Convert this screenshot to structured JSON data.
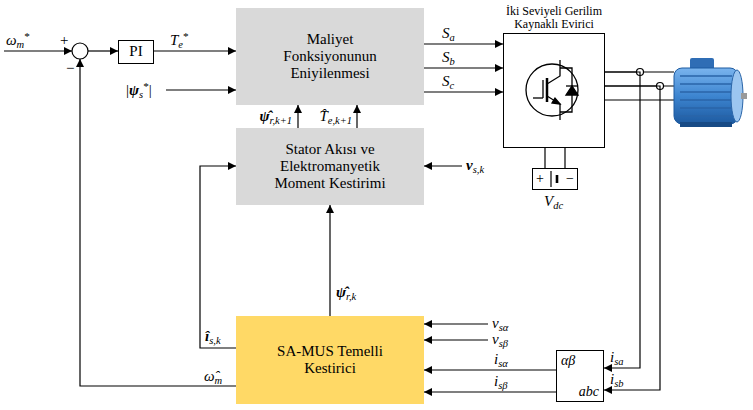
{
  "diagram": {
    "nodes": [
      {
        "text": [
          "PI"
        ]
      },
      {
        "text": [
          "Maliyet Fonksiyonunun Eniyilenmesi"
        ]
      },
      {
        "text": [
          "İki Seviyeli Gerilim Kaynaklı Evirici"
        ]
      },
      {
        "text": [
          "Stator Akısı ve Elektromanyetik Moment Kestirimi"
        ]
      },
      {
        "text": [
          "+",
          "−"
        ]
      },
      {
        "text": [
          "SA-MUS Temelli Kestirici"
        ]
      },
      {
        "text": [
          "αβ",
          "abc"
        ]
      }
    ],
    "edges": [
      {
        "from": 0,
        "to": 1,
        "arrow": "to",
        "label": "Te*"
      },
      {
        "from": 1,
        "to": 2,
        "arrow": "to",
        "label": "Sa"
      },
      {
        "from": 1,
        "to": 2,
        "arrow": "to",
        "label": "Sb"
      },
      {
        "from": 1,
        "to": 2,
        "arrow": "to",
        "label": "Sc"
      },
      {
        "from": 2,
        "to": 4,
        "arrow": "none"
      },
      {
        "from": 2,
        "to": 4,
        "arrow": "none"
      },
      {
        "from": 2,
        "to": 6,
        "arrow": "to",
        "label": "isa"
      },
      {
        "from": 2,
        "to": 6,
        "arrow": "to",
        "label": "isb"
      },
      {
        "from": 3,
        "to": 1,
        "arrow": "to",
        "label": "ψ̂r,k+1"
      },
      {
        "from": 3,
        "to": 1,
        "arrow": "to",
        "label": "T̂e,k+1"
      },
      {
        "from": 5,
        "to": 3,
        "arrow": "to",
        "label": "ψ̂r,k"
      },
      {
        "from": 5,
        "to": 3,
        "arrow": "to",
        "label": "îs,k"
      },
      {
        "from": 6,
        "to": 5,
        "arrow": "to",
        "label": "isα"
      },
      {
        "from": 6,
        "to": 5,
        "arrow": "to",
        "label": "isβ"
      }
    ],
    "labels": [
      "ωm*",
      "+",
      "−",
      "|ψs*|",
      "vs,k",
      "ω̂m",
      "vsα",
      "vsβ",
      "Vdc"
    ]
  }
}
